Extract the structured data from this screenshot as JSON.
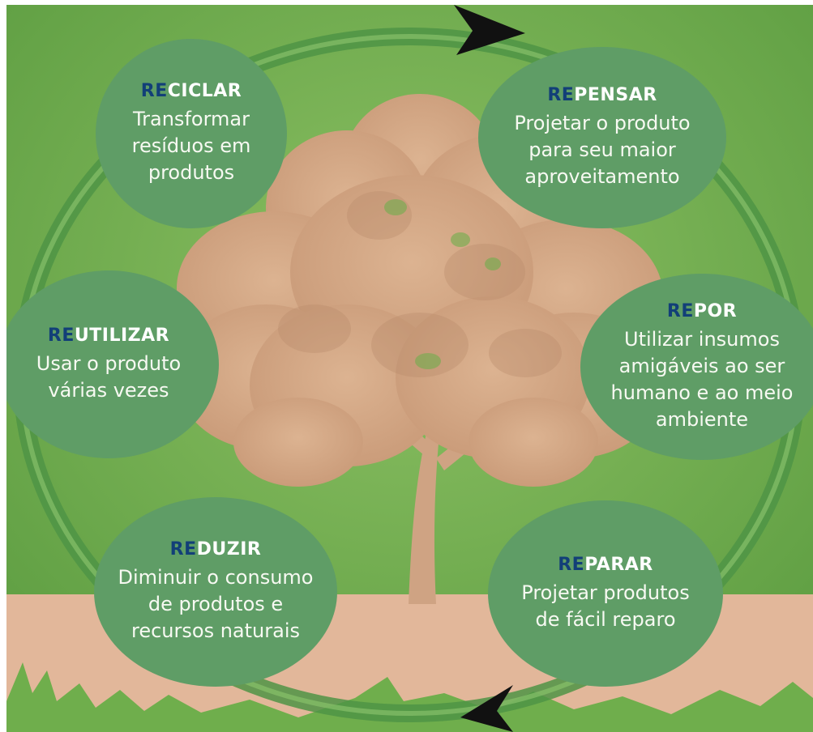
{
  "colors": {
    "background_green": "#6fae4c",
    "bubble_green": "#5f9d66",
    "title_prefix_blue": "#123f78",
    "tree_tan": "#d4a886",
    "ground_tan": "#e2b79a",
    "arrow": "#111111"
  },
  "bubbles": [
    {
      "prefix": "RE",
      "suffix": "CICLAR",
      "text": "Transformar\nresíduos em\nprodutos"
    },
    {
      "prefix": "RE",
      "suffix": "PENSAR",
      "text": "Projetar o produto\npara seu maior\naproveitamento"
    },
    {
      "prefix": "RE",
      "suffix": "UTILIZAR",
      "text": "Usar o produto\nvárias vezes"
    },
    {
      "prefix": "RE",
      "suffix": "POR",
      "text": "Utilizar insumos\namigáveis ao ser\nhumano e ao meio\nambiente"
    },
    {
      "prefix": "RE",
      "suffix": "DUZIR",
      "text": "Diminuir o consumo\nde produtos e\nrecursos naturais"
    },
    {
      "prefix": "RE",
      "suffix": "PARAR",
      "text": "Projetar produtos\nde fácil reparo"
    }
  ]
}
